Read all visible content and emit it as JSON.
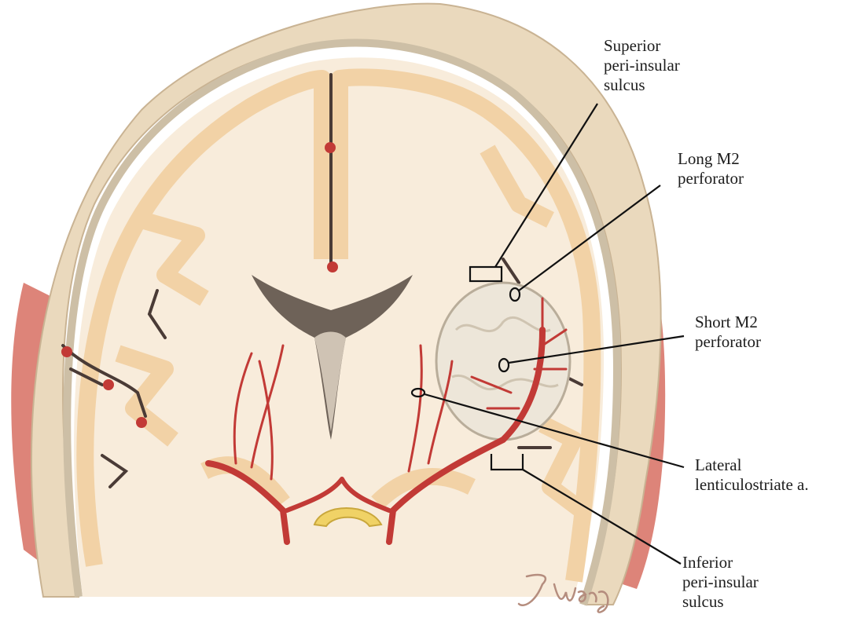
{
  "diagram": {
    "colors": {
      "background": "#ffffff",
      "muscle": "#d9776a",
      "skull": "#ead9bd",
      "dura": "#d2c4ad",
      "white_matter": "#f8ecdb",
      "gray_matter": "#f2d2a6",
      "sulcus": "#4a3b36",
      "artery": "#c23a36",
      "tumor": "#ede6d9",
      "ventricle": "#6e6258",
      "optic_chiasm": "#f0d266",
      "leader_line": "#111111"
    },
    "labels": {
      "superior": {
        "lines": [
          "Superior",
          "peri-insular",
          "sulcus"
        ]
      },
      "long_m2": {
        "lines": [
          "Long M2",
          "perforator"
        ]
      },
      "short_m2": {
        "lines": [
          "Short M2",
          "perforator"
        ]
      },
      "lateral_ls": {
        "lines": [
          "Lateral",
          "lenticulostriate a."
        ]
      },
      "inferior": {
        "lines": [
          "Inferior",
          "peri-insular",
          "sulcus"
        ]
      }
    },
    "signature": "J. Wang"
  }
}
